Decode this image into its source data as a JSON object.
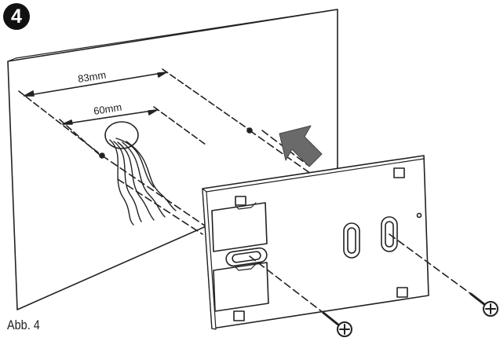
{
  "step": {
    "number": "4"
  },
  "caption": "Abb. 4",
  "dimensions": {
    "outer_spacing": "83mm",
    "inner_spacing": "60mm"
  },
  "icons": {
    "direction_arrow": "mounting-direction-arrow-icon",
    "screw": "screw-icon"
  },
  "colors": {
    "line": "#222222",
    "arrow": "#6a6a6a",
    "badge": "#111111",
    "background": "#ffffff"
  }
}
